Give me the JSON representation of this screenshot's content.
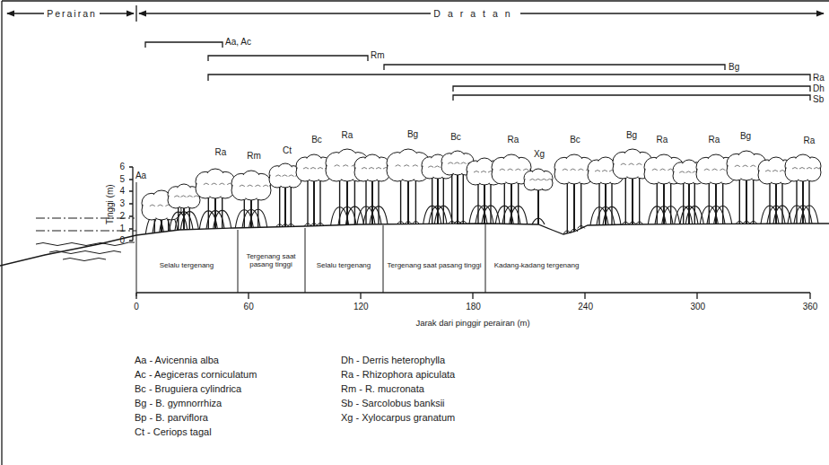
{
  "diagram": {
    "labels": [
      "Perairan",
      "Daratan",
      "Aa, Ac",
      "Rm",
      "Bg",
      "Ra",
      "Dh",
      "Sb",
      "Aa",
      "Ra",
      "Rm",
      "Ct",
      "Bc",
      "Ra",
      "Bg",
      "Bc",
      "Ra",
      "Xg",
      "Bc",
      "Bg",
      "Ra",
      "Ra",
      "Bg",
      "Ra",
      "Tinggi (m)",
      "6",
      "5",
      "4",
      "3",
      "2",
      "1",
      "0",
      "Selalu tergenang",
      "Tergenang saat pasang tinggi",
      "Selalu tergenang",
      "Tergenang saat pasang tinggi",
      "Kadang-kadang tergenang",
      "0",
      "60",
      "120",
      "180",
      "240",
      "300",
      "360",
      "Jarak dari pinggir perairan (m)",
      "Aa - Avicennia alba",
      "Ac - Aegiceras corniculatum",
      "Bc - Bruguiera cylindrica",
      "Bg - B. gymnorrhiza",
      "Bp - B. parviflora",
      "Ct - Ceriops tagal",
      "Dh - Derris heterophylla",
      "Ra - Rhizophora apiculata",
      "Rm - R. mucronata",
      "Sb - Sarcolobus banksii",
      "Xg - Xylocarpus granatum"
    ]
  }
}
